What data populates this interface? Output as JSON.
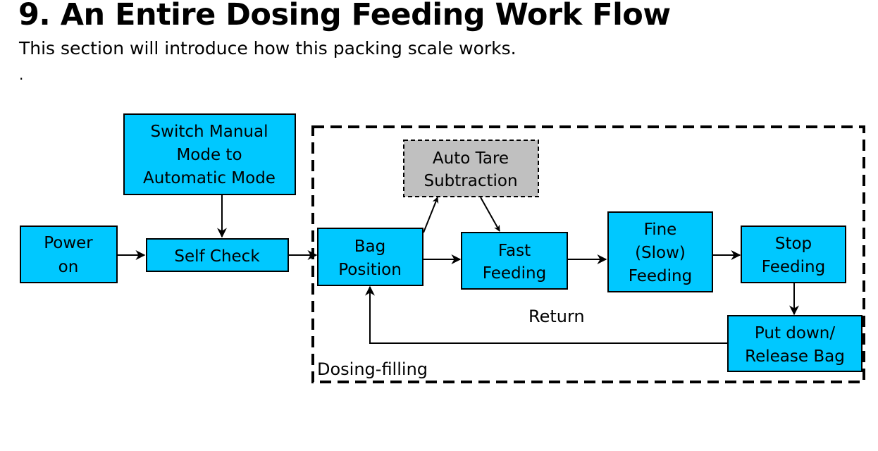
{
  "page": {
    "title": "9. An Entire Dosing Feeding Work Flow",
    "subtitle": "This section will introduce how this packing scale works.",
    "dot": "."
  },
  "diagram": {
    "nodes": {
      "power_on": [
        "Power",
        "on"
      ],
      "switch_mode": [
        "Switch Manual",
        "Mode to",
        "Automatic Mode"
      ],
      "self_check": [
        "Self Check"
      ],
      "bag_position": [
        "Bag",
        "Position"
      ],
      "auto_tare": [
        "Auto Tare",
        "Subtraction"
      ],
      "fast_feeding": [
        "Fast",
        "Feeding"
      ],
      "fine_feeding": [
        "Fine",
        "(Slow)",
        "Feeding"
      ],
      "stop_feeding": [
        "Stop",
        "Feeding"
      ],
      "release_bag": [
        "Put down/",
        "Release Bag"
      ]
    },
    "labels": {
      "return": "Return",
      "group": "Dosing-filling"
    },
    "colors": {
      "node_fill": "#00c8ff",
      "tare_fill": "#c0c0c0",
      "stroke": "#000000"
    }
  }
}
